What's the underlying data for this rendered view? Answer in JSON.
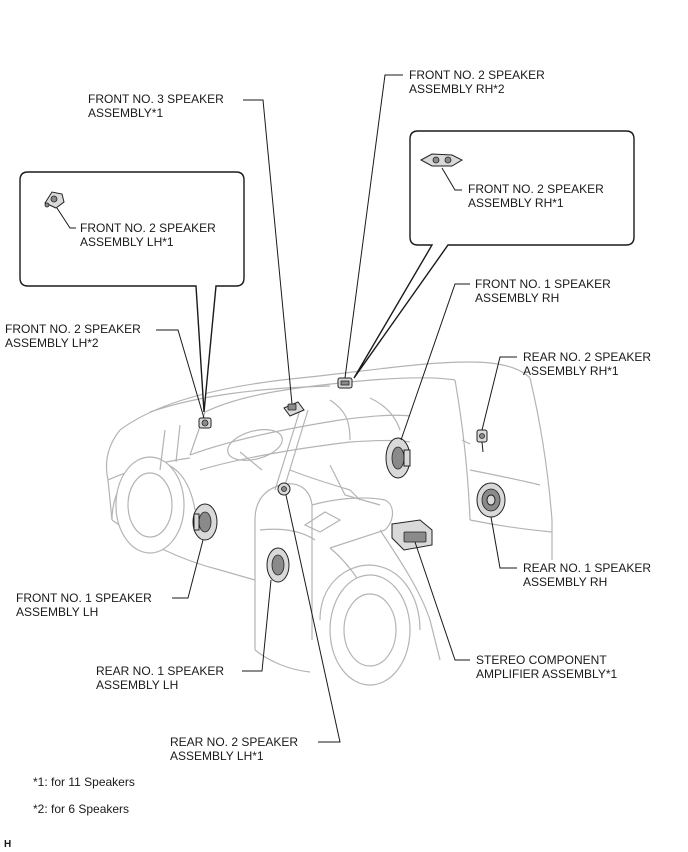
{
  "labels": {
    "front_no3": [
      "FRONT NO. 3 SPEAKER",
      "ASSEMBLY*1"
    ],
    "front_no2_rh2": [
      "FRONT NO. 2 SPEAKER",
      "ASSEMBLY RH*2"
    ],
    "front_no2_rh1": [
      "FRONT NO. 2 SPEAKER",
      "ASSEMBLY RH*1"
    ],
    "front_no2_lh1": [
      "FRONT NO. 2 SPEAKER",
      "ASSEMBLY LH*1"
    ],
    "front_no2_lh2": [
      "FRONT NO. 2 SPEAKER",
      "ASSEMBLY LH*2"
    ],
    "front_no1_rh": [
      "FRONT NO. 1 SPEAKER",
      "ASSEMBLY RH"
    ],
    "rear_no2_rh1": [
      "REAR NO. 2 SPEAKER",
      "ASSEMBLY RH*1"
    ],
    "rear_no1_rh": [
      "REAR NO. 1 SPEAKER",
      "ASSEMBLY RH"
    ],
    "front_no1_lh": [
      "FRONT NO. 1 SPEAKER",
      "ASSEMBLY LH"
    ],
    "stereo_amp": [
      "STEREO COMPONENT",
      "AMPLIFIER ASSEMBLY*1"
    ],
    "rear_no1_lh": [
      "REAR NO. 1 SPEAKER",
      "ASSEMBLY LH"
    ],
    "rear_no2_lh1": [
      "REAR NO. 2 SPEAKER",
      "ASSEMBLY LH*1"
    ]
  },
  "notes": [
    "*1: for 11 Speakers",
    "*2: for 6 Speakers"
  ],
  "corner_mark": "H"
}
